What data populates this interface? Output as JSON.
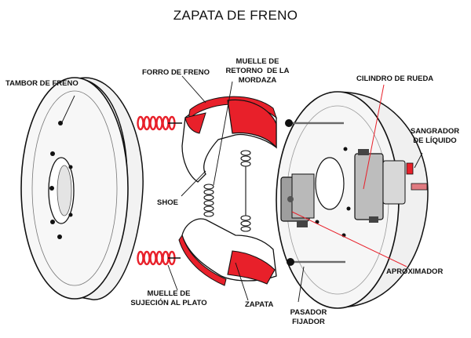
{
  "title": "ZAPATA DE FRENO",
  "colors": {
    "accent": "#e8202a",
    "line": "#111111",
    "metal": "#e6e6e6"
  },
  "labels": {
    "tambor": "TAMBOR DE FRENO",
    "forro": "FORRO DE FRENO",
    "muelle_retorno": [
      "MUELLE DE",
      "RETORNO  DE LA",
      "MORDAZA"
    ],
    "cilindro": "CILINDRO DE RUEDA",
    "sangrador": [
      "SANGRADOR",
      "DE LÍQUIDO"
    ],
    "shoe": "SHOE",
    "aproximador": "APROXIMADOR",
    "muelle_sujecion": [
      "MUELLE DE",
      "SUJECIÓN AL PLATO"
    ],
    "zapata": "ZAPATA",
    "pasador": [
      "PASADOR",
      "FIJADOR"
    ]
  }
}
